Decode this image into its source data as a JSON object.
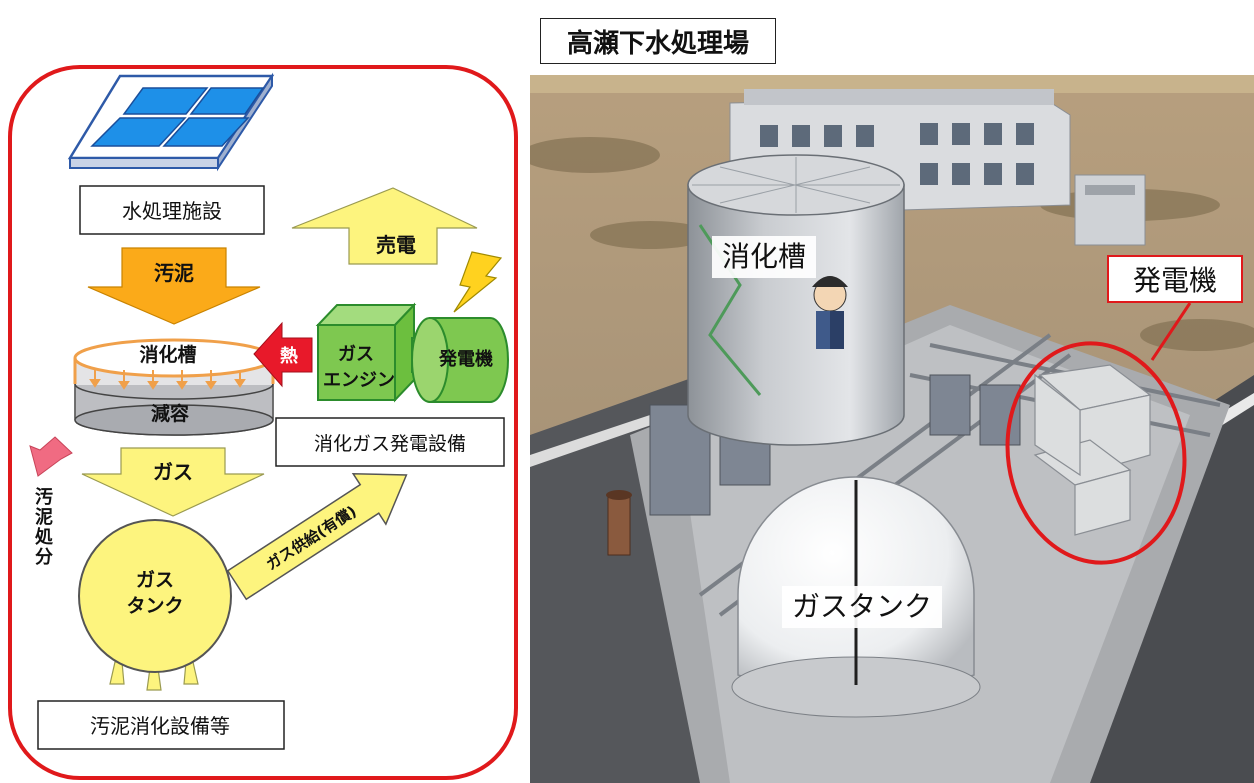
{
  "diagram": {
    "water_treatment": "水処理施設",
    "sludge_arrow": "汚泥",
    "digester": "消化槽",
    "volume_reduction": "減容",
    "gas_arrow": "ガス",
    "sludge_disposal": "汚泥処分",
    "gas_tank_line1": "ガス",
    "gas_tank_line2": "タンク",
    "gas_supply": "ガス供給(有償)",
    "heat": "熱",
    "gas_engine_line1": "ガス",
    "gas_engine_line2": "エンジン",
    "generator": "発電機",
    "power_sale": "売電",
    "gas_power_facility": "消化ガス発電設備",
    "sludge_digestion_facility": "汚泥消化設備等"
  },
  "photo": {
    "title": "高瀬下水処理場",
    "label_digester": "消化槽",
    "label_generator": "発電機",
    "label_gas_tank": "ガスタンク"
  },
  "colors": {
    "frame_red": "#e0191b",
    "arrow_orange": "#fbaa19",
    "arrow_yellow": "#fdf47e",
    "engine_green": "#7ec850",
    "heat_red": "#e8192a",
    "tank_yellow": "#fdf47e",
    "panel_blue": "#1e88e5"
  }
}
